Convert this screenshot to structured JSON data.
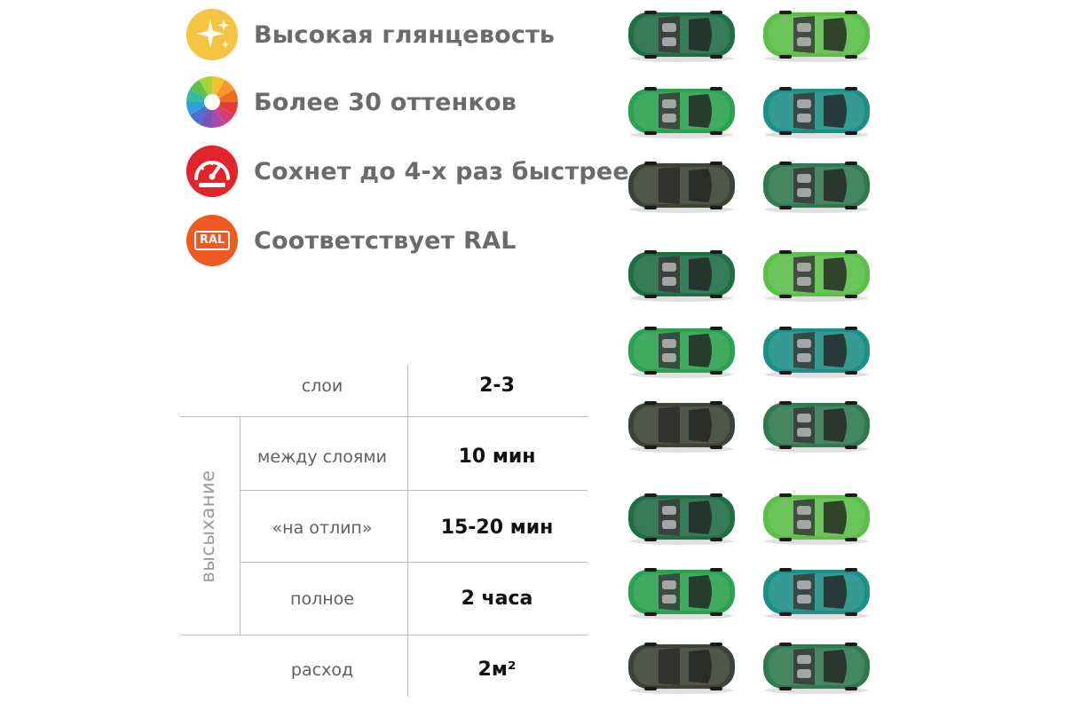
{
  "features": [
    {
      "label": "Высокая глянцевость",
      "icon": "sparkle-icon",
      "color": "#f6c443"
    },
    {
      "label": "Более 30 оттенков",
      "icon": "color-wheel-icon",
      "color": "#e35aa0"
    },
    {
      "label": "Сохнет до 4-х раз быстрее",
      "icon": "speedometer-icon",
      "color": "#e3242b"
    },
    {
      "label": "Соответствует RAL",
      "icon": "ral-icon",
      "color": "#f05a22",
      "icon_text": "RAL"
    }
  ],
  "table": {
    "drying_group_label": "высыхание",
    "rows": [
      {
        "label": "слои",
        "value": "2-3"
      },
      {
        "label": "между слоями",
        "value": "10 мин"
      },
      {
        "label": "«на отлип»",
        "value": "15-20 мин"
      },
      {
        "label": "полное",
        "value": "2 часа"
      },
      {
        "label": "расход",
        "value": "2м²"
      }
    ]
  },
  "car_colors": {
    "dark_green": "#1f6e45",
    "light_green": "#5cbf48",
    "emerald": "#2aa24e",
    "teal": "#1d8f86",
    "olive": "#3d4435",
    "forest": "#2f7a4e"
  }
}
